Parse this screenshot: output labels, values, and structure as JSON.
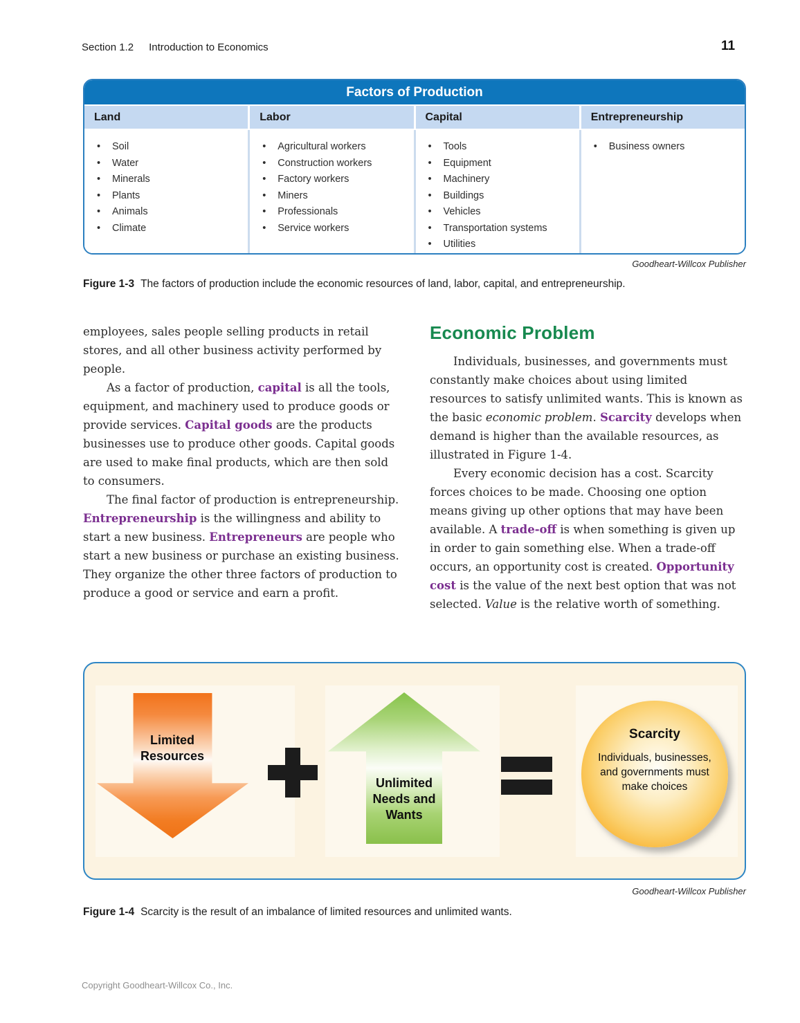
{
  "header": {
    "section": "Section 1.2",
    "chapter_title": "Introduction to Economics",
    "page_number": "11"
  },
  "figure3": {
    "table_title": "Factors of Production",
    "columns": [
      {
        "header": "Land",
        "items": [
          "Soil",
          "Water",
          "Minerals",
          "Plants",
          "Animals",
          "Climate"
        ]
      },
      {
        "header": "Labor",
        "items": [
          "Agricultural workers",
          "Construction workers",
          "Factory workers",
          "Miners",
          "Professionals",
          "Service workers"
        ]
      },
      {
        "header": "Capital",
        "items": [
          "Tools",
          "Equipment",
          "Machinery",
          "Buildings",
          "Vehicles",
          "Transportation systems",
          "Utilities"
        ]
      },
      {
        "header": "Entrepreneurship",
        "items": [
          "Business owners"
        ]
      }
    ],
    "attribution": "Goodheart-Willcox Publisher",
    "caption_label": "Figure 1-3",
    "caption_text": "The factors of production include the economic resources of land, labor, capital, and entrepreneurship."
  },
  "article": {
    "left_column": {
      "paragraphs": [
        [
          {
            "t": "employees, sales people selling products in retail stores, and all other business activity performed by people.",
            "s": "n"
          }
        ],
        [
          {
            "t": "As a factor of production, ",
            "s": "n"
          },
          {
            "t": "capital",
            "s": "b"
          },
          {
            "t": " is all the tools, equipment, and machinery used to produce goods or provide services. ",
            "s": "n"
          },
          {
            "t": "Capital goods",
            "s": "b"
          },
          {
            "t": " are the products businesses use to produce other goods. Capital goods are used to make final products, which are then sold to consumers.",
            "s": "n"
          }
        ],
        [
          {
            "t": "The final factor of production is entrepreneurship. ",
            "s": "n"
          },
          {
            "t": "Entrepreneurship",
            "s": "b"
          },
          {
            "t": " is the willingness and ability to start a new business. ",
            "s": "n"
          },
          {
            "t": "Entrepreneurs",
            "s": "b"
          },
          {
            "t": " are people who start a new business or purchase an existing business. They organize the other three factors of production to produce a good or service and earn a profit.",
            "s": "n"
          }
        ]
      ]
    },
    "right_column": {
      "heading": "Economic Problem",
      "paragraphs": [
        [
          {
            "t": "Individuals, businesses, and governments must constantly make choices about using limited resources to satisfy unlimited wants. This is known as the basic ",
            "s": "n"
          },
          {
            "t": "economic problem",
            "s": "i"
          },
          {
            "t": ". ",
            "s": "n"
          },
          {
            "t": "Scarcity",
            "s": "b"
          },
          {
            "t": " develops when demand is higher than the available resources, as illustrated in Figure 1-4.",
            "s": "n"
          }
        ],
        [
          {
            "t": "Every economic decision has a cost. Scarcity forces choices to be made. Choosing one option means giving up other options that may have been available. A ",
            "s": "n"
          },
          {
            "t": "trade-off",
            "s": "b"
          },
          {
            "t": " is when something is given up in order to gain something else. When a trade-off occurs, an opportunity cost is created. ",
            "s": "n"
          },
          {
            "t": "Opportunity cost",
            "s": "b"
          },
          {
            "t": " is the value of the next best option that was not selected. ",
            "s": "n"
          },
          {
            "t": "Value",
            "s": "i"
          },
          {
            "t": " is the relative worth of something.",
            "s": "n"
          }
        ]
      ]
    }
  },
  "figure4": {
    "down_arrow_label": "Limited Resources",
    "up_arrow_label": "Unlimited Needs and Wants",
    "plus_symbol": "+",
    "equals_symbol": "=",
    "circle_title": "Scarcity",
    "circle_text": "Individuals, businesses, and governments must make choices",
    "attribution": "Goodheart-Willcox Publisher",
    "caption_label": "Figure 1-4",
    "caption_text": "Scarcity is the result of an imbalance of limited resources and unlimited wants."
  },
  "footer": {
    "copyright": "Copyright Goodheart-Willcox Co., Inc."
  },
  "colors": {
    "table_header_blue": "#0e76bc",
    "column_header_bg": "#c5d9f1",
    "table_border_blue": "#2b7fc0",
    "term_purple": "#7b2f90",
    "heading_green": "#17894f",
    "panel_bg_cream": "#fcf3e1",
    "arrow_orange": "#f27c22",
    "arrow_green": "#8ac04b",
    "circle_orange": "#f5a216",
    "symbol_black": "#1c1c1c"
  }
}
